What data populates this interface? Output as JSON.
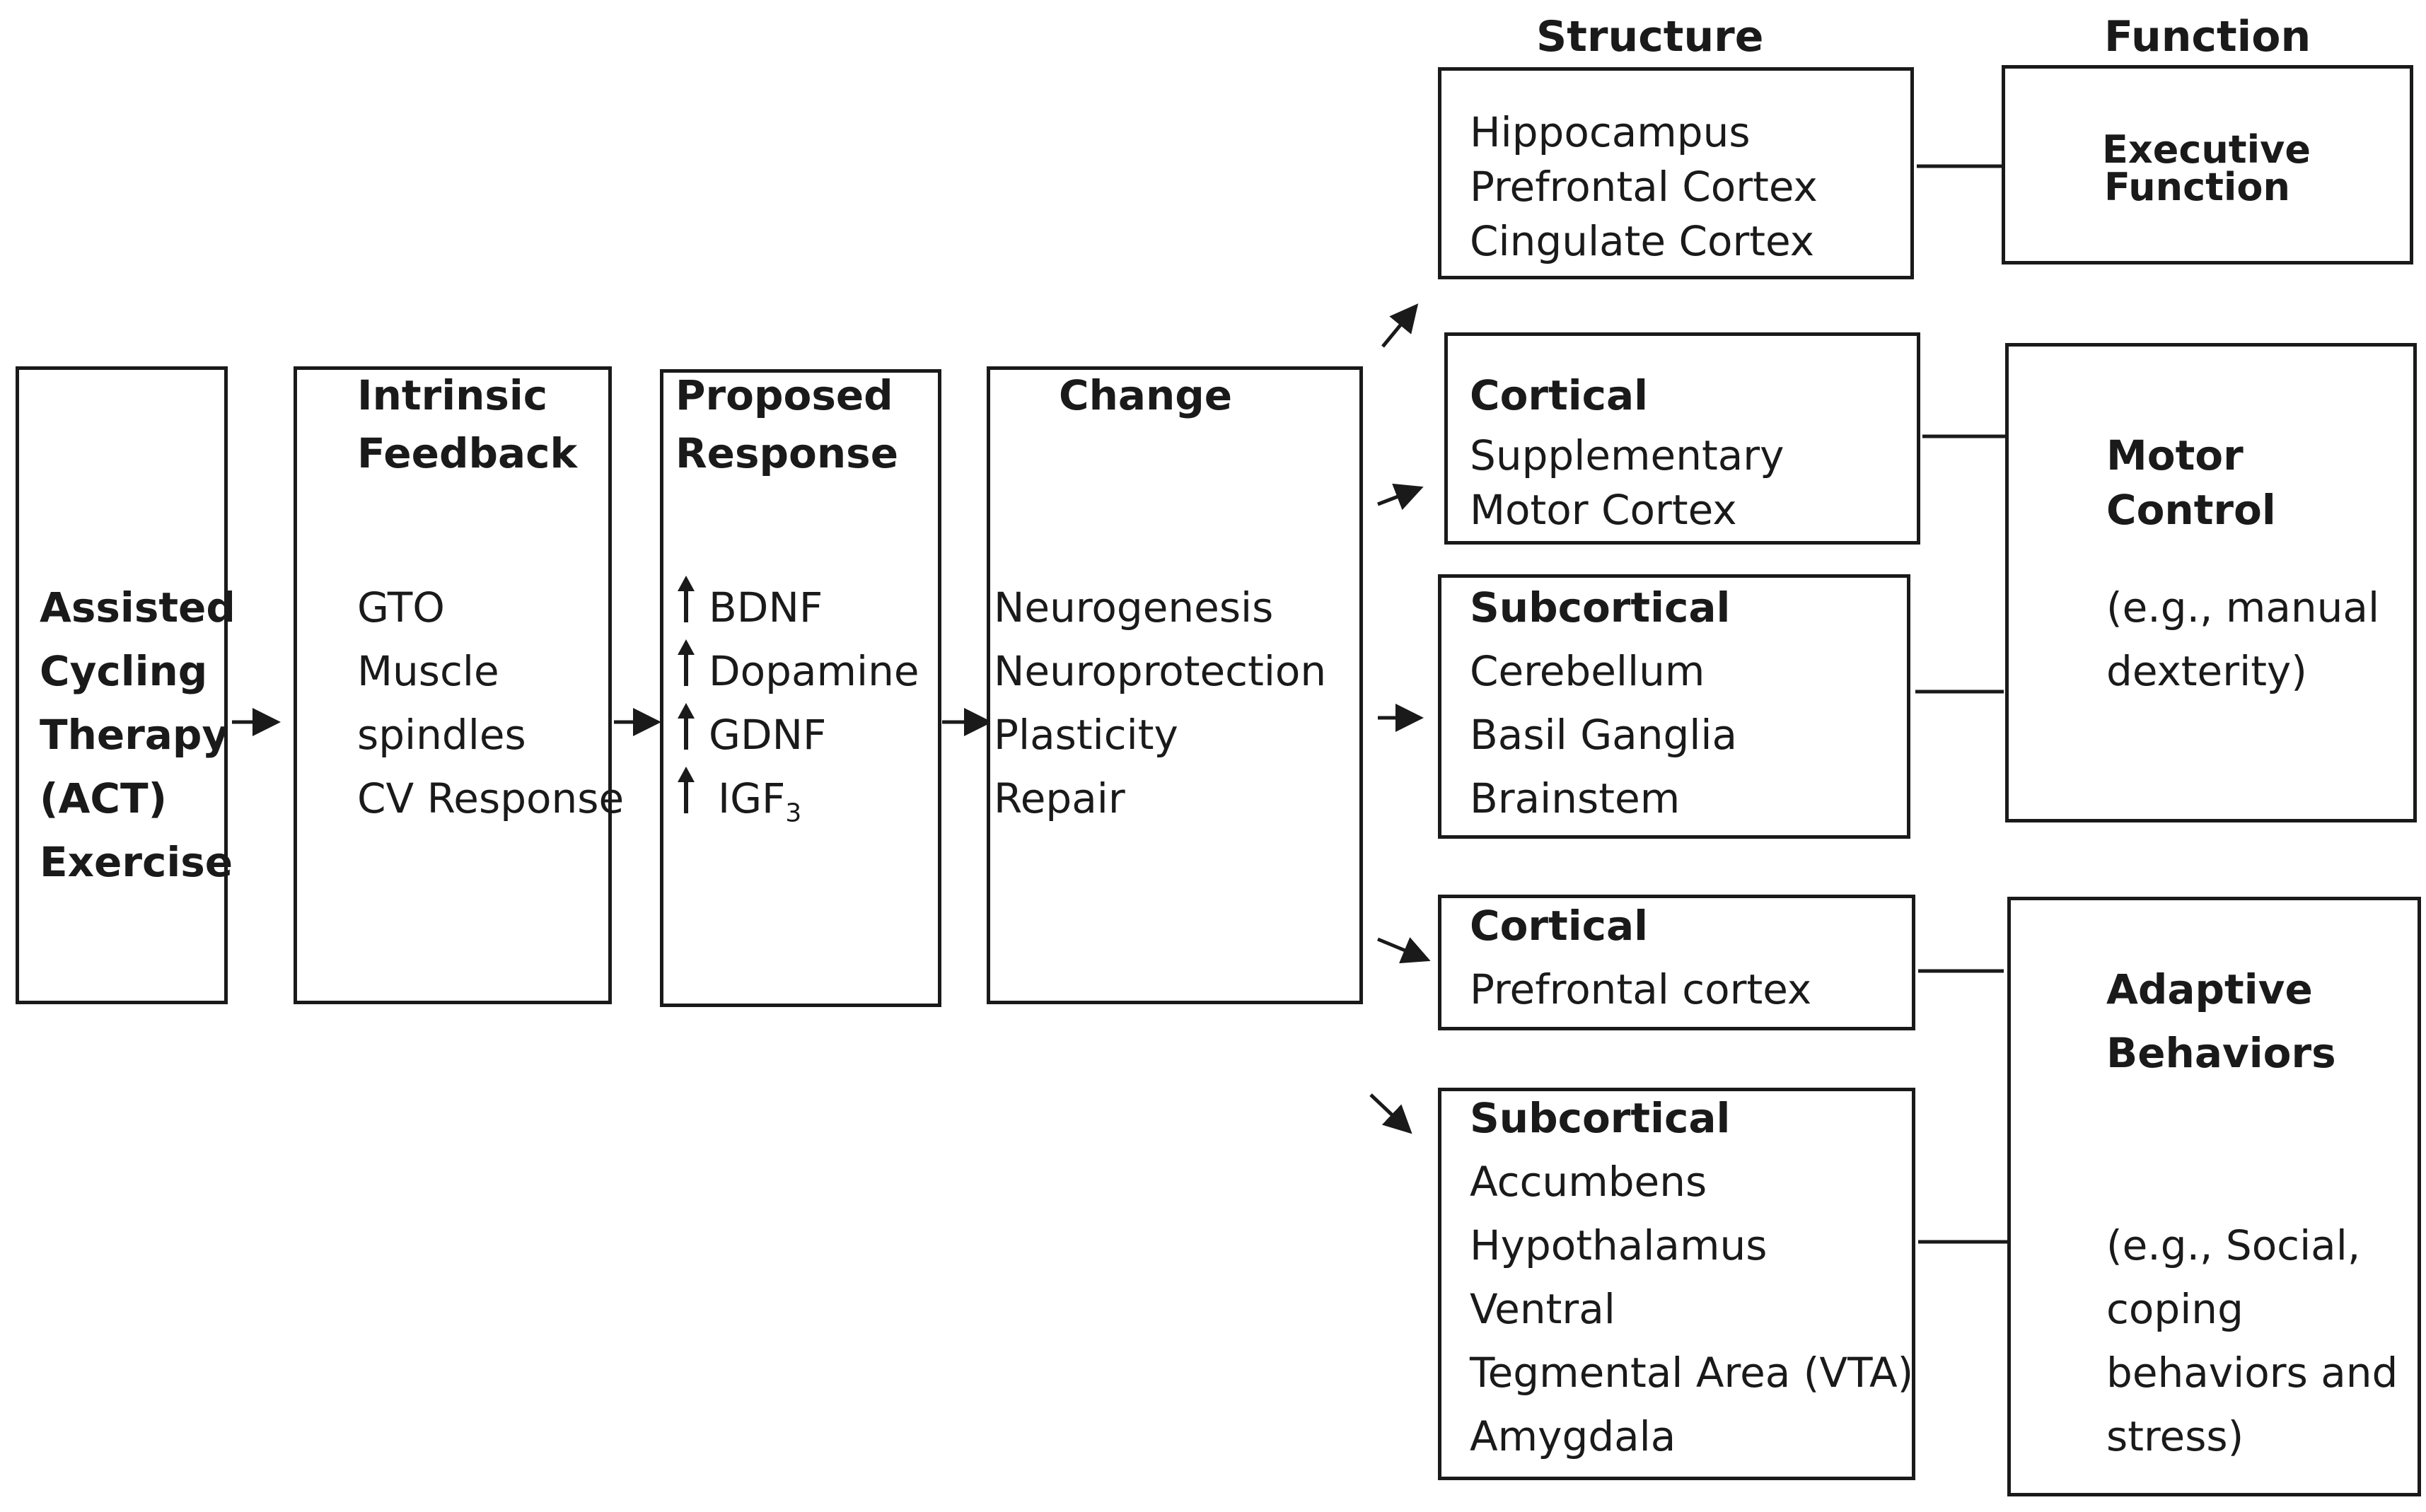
{
  "headers": {
    "structure": "Structure",
    "function": "Function"
  },
  "act_box": {
    "lines": [
      "Assisted",
      "Cycling",
      "Therapy",
      "(ACT)",
      "Exercise"
    ]
  },
  "intrinsic_feedback": {
    "title_lines": [
      "Intrinsic",
      "Feedback"
    ],
    "items": [
      "GTO",
      "Muscle",
      "spindles",
      "CV Response"
    ]
  },
  "proposed_response": {
    "title_lines": [
      "Proposed",
      "Response"
    ],
    "items": [
      "BDNF",
      "Dopamine",
      "GDNF",
      "IGF"
    ],
    "igf_subscript": "3",
    "item_icon": "up-arrow-icon"
  },
  "change": {
    "title": "Change",
    "items": [
      "Neurogenesis",
      "Neuroprotection",
      "Plasticity",
      "Repair"
    ]
  },
  "structures": {
    "executive": {
      "items": [
        "Hippocampus",
        "Prefrontal Cortex",
        "Cingulate Cortex"
      ]
    },
    "motor_cortical": {
      "title": "Cortical",
      "items": [
        "Supplementary",
        "Motor Cortex"
      ]
    },
    "motor_subcortical": {
      "title": "Subcortical",
      "items": [
        "Cerebellum",
        "Basil Ganglia",
        "Brainstem"
      ]
    },
    "adaptive_cortical": {
      "title": "Cortical",
      "items": [
        "Prefrontal cortex"
      ]
    },
    "adaptive_subcortical": {
      "title": "Subcortical",
      "items": [
        "Accumbens",
        "Hypothalamus",
        "Ventral",
        "Tegmental Area (VTA)",
        "Amygdala"
      ]
    }
  },
  "functions": {
    "executive": {
      "title_lines": [
        "Executive",
        "Function"
      ]
    },
    "motor": {
      "title_lines": [
        "Motor",
        "Control"
      ],
      "note_lines": [
        "(e.g., manual",
        "dexterity)"
      ]
    },
    "adaptive": {
      "title_lines": [
        "Adaptive",
        "Behaviors"
      ],
      "note_lines": [
        "(e.g., Social,",
        "coping",
        "behaviors and",
        "stress)"
      ]
    }
  }
}
